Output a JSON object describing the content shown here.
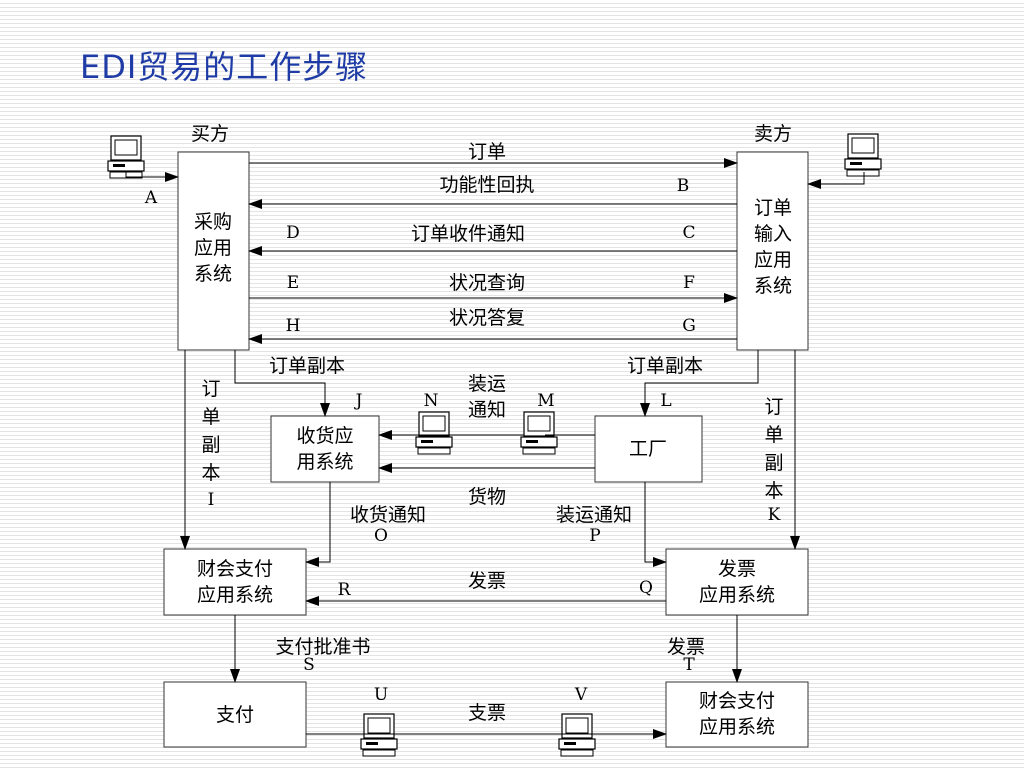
{
  "title": "EDI贸易的工作步骤",
  "parties": {
    "buyer": "买方",
    "seller": "卖方"
  },
  "boxes": {
    "procurement": [
      "采购",
      "应用",
      "系统"
    ],
    "order_entry": [
      "订单",
      "输入",
      "应用",
      "系统"
    ],
    "receiving": [
      "收货应",
      "用系统"
    ],
    "factory": "工厂",
    "accounting_buyer": [
      "财会支付",
      "应用系统"
    ],
    "invoice": [
      "发票",
      "应用系统"
    ],
    "payment": "支付",
    "accounting_seller": [
      "财会支付",
      "应用系统"
    ]
  },
  "messages": {
    "order": "订单",
    "ack": "功能性回执",
    "receipt_notice": "订单收件通知",
    "status_query": "状况查询",
    "status_reply": "状况答复",
    "order_copy_left": "订单副本",
    "order_copy_right": "订单副本",
    "order_copy_i": [
      "订",
      "单",
      "副",
      "本"
    ],
    "order_copy_k": [
      "订",
      "单",
      "副",
      "本"
    ],
    "ship_notice_top": [
      "装运",
      "通知"
    ],
    "goods": "货物",
    "receipt_notice_o": "收货通知",
    "ship_notice_p": "装运通知",
    "invoice_r": "发票",
    "pay_approval": "支付批准书",
    "invoice_t": "发票",
    "cheque": "支票"
  },
  "letters": {
    "A": "A",
    "B": "B",
    "C": "C",
    "D": "D",
    "E": "E",
    "F": "F",
    "G": "G",
    "H": "H",
    "I": "I",
    "J": "J",
    "K": "K",
    "L": "L",
    "M": "M",
    "N": "N",
    "O": "O",
    "P": "P",
    "Q": "Q",
    "R": "R",
    "S": "S",
    "T": "T",
    "U": "U",
    "V": "V"
  },
  "colors": {
    "title": "#1f3ca6",
    "line": "#000000",
    "box_border": "#333333"
  },
  "icons": [
    "computer-icon"
  ]
}
